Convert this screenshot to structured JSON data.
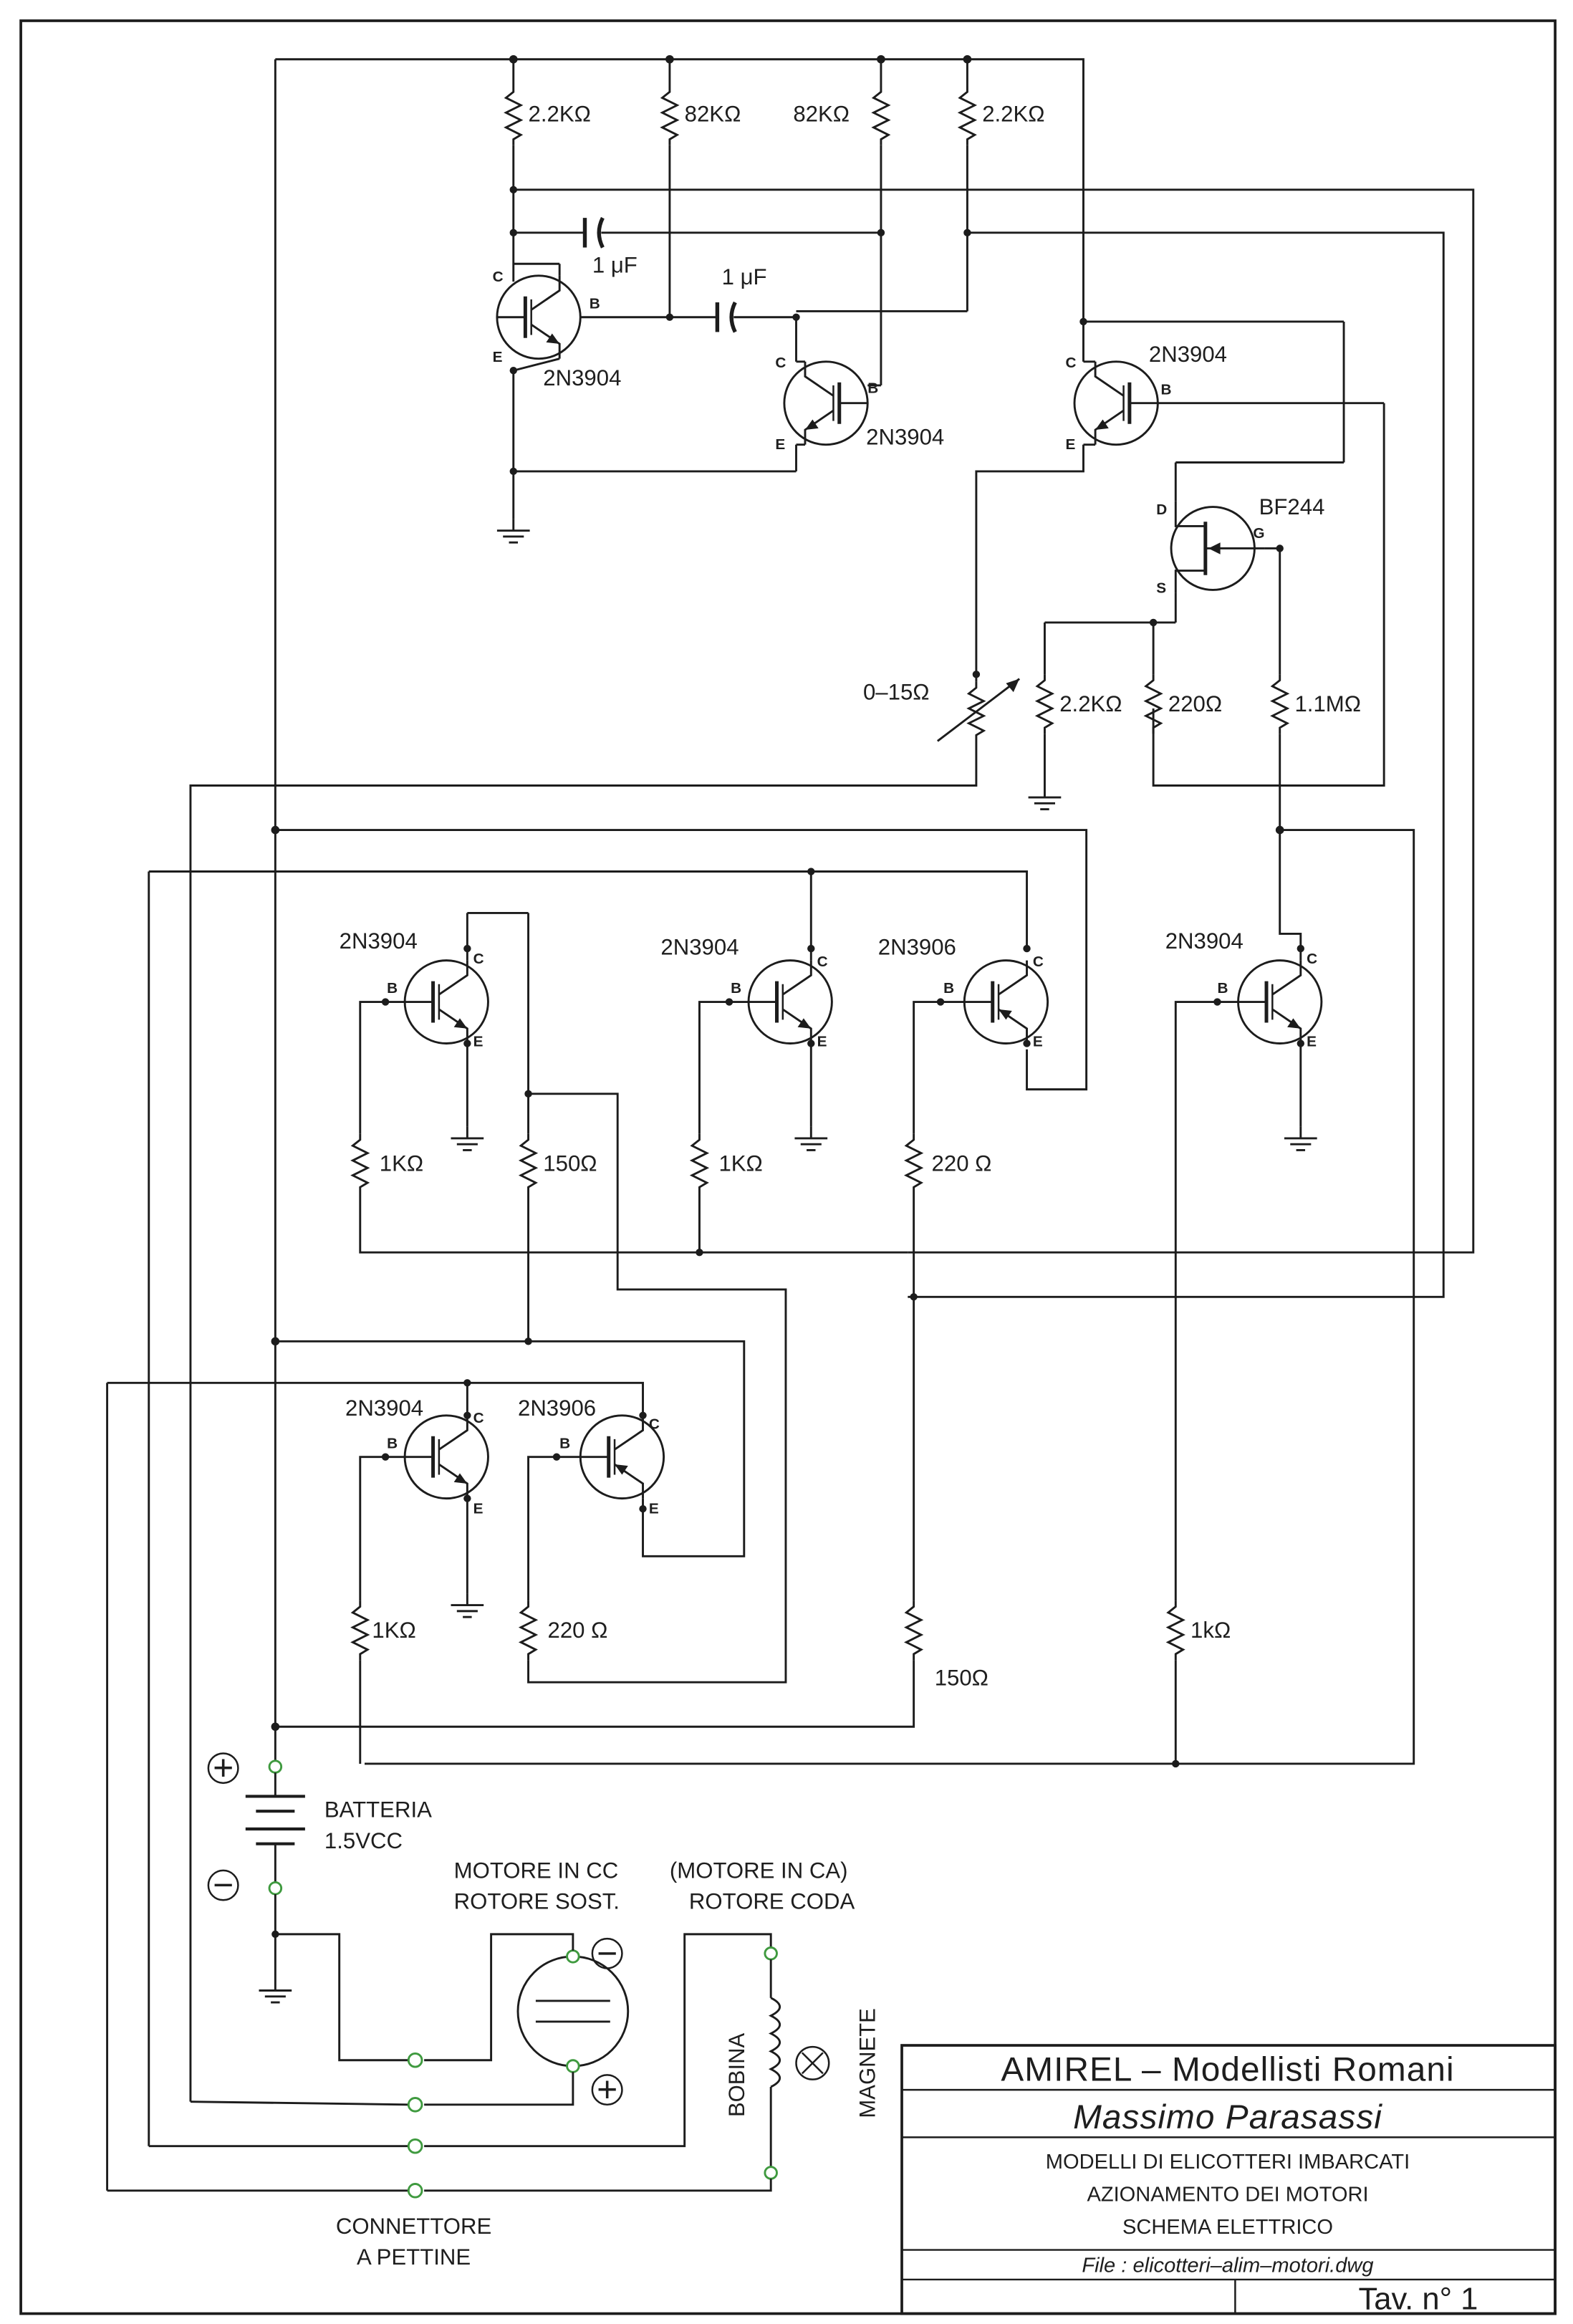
{
  "schematic": {
    "resistors": {
      "r_top_1": "2.2KΩ",
      "r_top_2": "82KΩ",
      "r_top_3": "82KΩ",
      "r_top_4": "2.2KΩ",
      "r_var": "0–15Ω",
      "r_fet_1": "2.2KΩ",
      "r_fet_2": "220Ω",
      "r_fet_3": "1.1MΩ",
      "r_mid_1": "1KΩ",
      "r_mid_2": "150Ω",
      "r_mid_3": "1KΩ",
      "r_mid_4": "220 Ω",
      "r_low_1": "1KΩ",
      "r_low_2": "220 Ω",
      "r_low_3": "150Ω",
      "r_low_4": "1kΩ"
    },
    "capacitors": {
      "c1": "1 μF",
      "c2": "1 μF"
    },
    "transistors": {
      "q1": "2N3904",
      "q2": "2N3904",
      "q3": "2N3904",
      "q4": "2N3904",
      "q5": "2N3904",
      "q6": "2N3906",
      "q7": "2N3904",
      "q8": "2N3904",
      "q9": "2N3906",
      "fet": "BF244"
    },
    "pins": {
      "c": "C",
      "b": "B",
      "e": "E",
      "d": "D",
      "g": "G",
      "s": "S"
    },
    "battery": {
      "line1": "BATTERIA",
      "line2": "1.5VCC",
      "plus": "+",
      "minus": "−"
    },
    "motor_dc": {
      "line1": "MOTORE IN CC",
      "line2": "ROTORE SOST.",
      "plus": "+",
      "minus": "−"
    },
    "motor_ac": {
      "line1": "(MOTORE IN CA)",
      "line2": "ROTORE CODA",
      "coil": "BOBINA",
      "magnet": "MAGNETE"
    },
    "connector": {
      "line1": "CONNETTORE",
      "line2": "A PETTINE"
    }
  },
  "title_block": {
    "org": "AMIREL – Modellisti Romani",
    "author": "Massimo Parasassi",
    "desc1": "MODELLI DI ELICOTTERI IMBARCATI",
    "desc2": "AZIONAMENTO DEI MOTORI",
    "desc3": "SCHEMA ELETTRICO",
    "file": "File :  elicotteri–alim–motori.dwg",
    "sheet": "Tav.  n° 1"
  }
}
